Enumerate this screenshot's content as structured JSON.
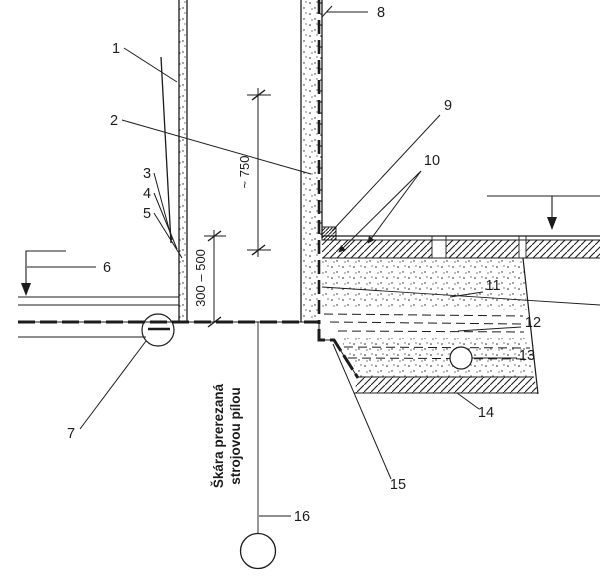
{
  "figure": {
    "bg": "#ffffff",
    "ink": "#1c1c1c"
  },
  "callouts": {
    "c1": "1",
    "c2": "2",
    "c3": "3",
    "c4": "4",
    "c5": "5",
    "c6": "6",
    "c7": "7",
    "c8": "8",
    "c9": "9",
    "c10": "10",
    "c11": "11",
    "c12": "12",
    "c13": "13",
    "c14": "14",
    "c15": "15",
    "c16": "16"
  },
  "dimensions": {
    "upper": "~ 750",
    "lower": "300 – 500"
  },
  "annotation": {
    "line1": "Škára prerezaná",
    "line2": "strojovou pílou"
  }
}
